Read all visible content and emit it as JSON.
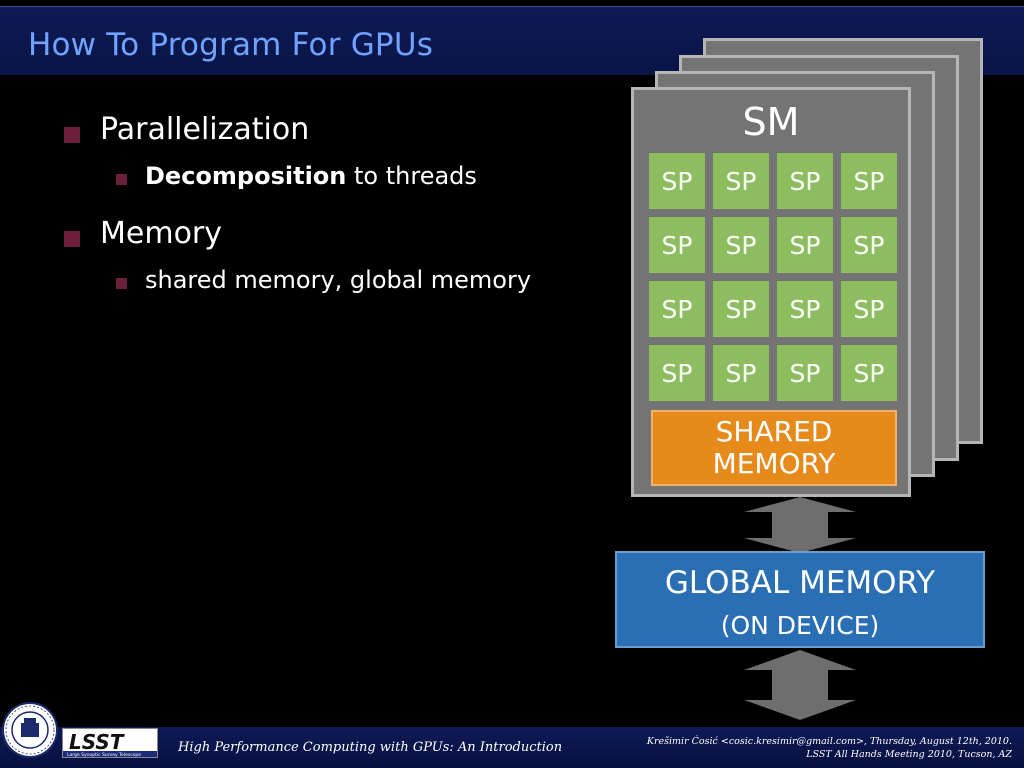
{
  "title": "How To Program For GPUs",
  "bullets": [
    {
      "text": "Parallelization",
      "sub": {
        "bold": "Decomposition",
        "rest": " to threads"
      }
    },
    {
      "text": "Memory",
      "sub": {
        "bold": "",
        "rest": "shared memory, global memory"
      }
    }
  ],
  "diagram": {
    "sm_label": "SM",
    "sp_label": "SP",
    "sp_grid": {
      "rows": 4,
      "cols": 4
    },
    "shared_memory": [
      "SHARED",
      "MEMORY"
    ],
    "global_memory": {
      "line1": "GLOBAL MEMORY",
      "line2": "(ON DEVICE)"
    },
    "colors": {
      "sp": "#8dbd5e",
      "shared": "#e68a1b",
      "global": "#2a6eb4",
      "card": "#747474",
      "arrow": "#6e6e6e"
    }
  },
  "footer": {
    "left": "High Performance Computing with GPUs: An Introduction",
    "right_line1": "Krešimir Ćosić <cosic.kresimir@gmail.com>, Thursday, August 12th, 2010.",
    "right_line2": "LSST All Hands Meeting 2010, Tucson, AZ",
    "logo_text": "LSST",
    "logo_sub": "Large Synoptic Survey Telescope"
  }
}
